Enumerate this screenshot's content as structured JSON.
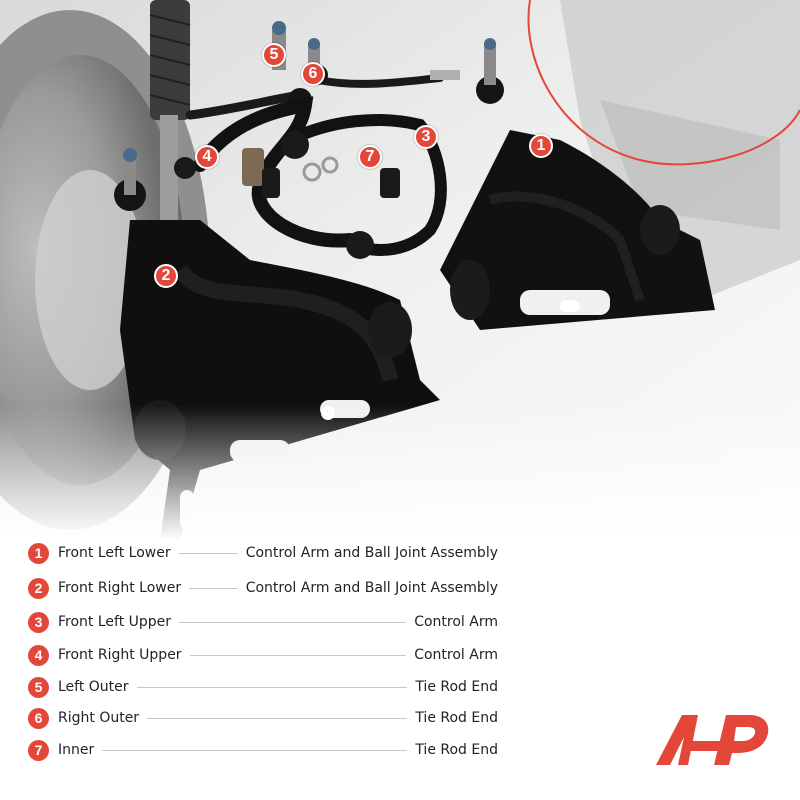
{
  "callouts": [
    {
      "num": "1"
    },
    {
      "num": "2"
    },
    {
      "num": "3"
    },
    {
      "num": "4"
    },
    {
      "num": "5"
    },
    {
      "num": "6"
    },
    {
      "num": "7"
    }
  ],
  "legend": [
    {
      "num": "1",
      "label": "Front Left Lower",
      "value": "Control Arm and Ball Joint Assembly"
    },
    {
      "num": "2",
      "label": "Front Right Lower",
      "value": "Control Arm and Ball Joint Assembly"
    },
    {
      "num": "3",
      "label": "Front Left Upper",
      "value": "Control Arm"
    },
    {
      "num": "4",
      "label": "Front Right Upper",
      "value": "Control Arm"
    },
    {
      "num": "5",
      "label": "Left Outer",
      "value": "Tie Rod End"
    },
    {
      "num": "6",
      "label": "Right Outer",
      "value": "Tie Rod End"
    },
    {
      "num": "7",
      "label": "Inner",
      "value": "Tie Rod End"
    }
  ],
  "colors": {
    "accent": "#e2473a",
    "text": "#222222",
    "part": "#111111",
    "background": "#ffffff"
  },
  "logo": {
    "icon": "brand-logo-icon"
  }
}
